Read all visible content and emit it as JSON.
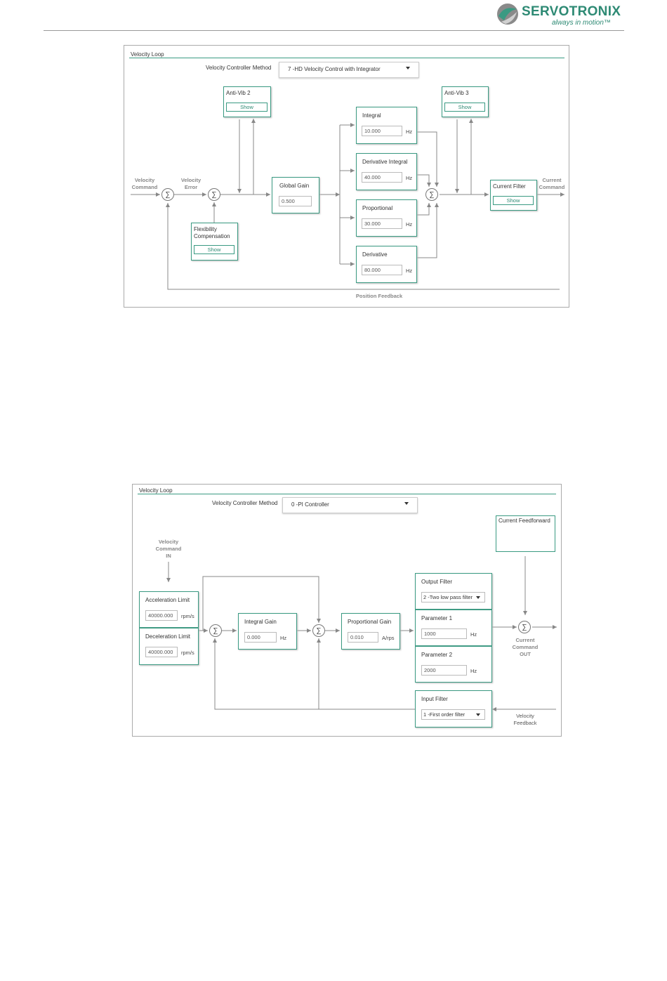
{
  "header": {
    "brand": "SERVOTRONIX",
    "tagline": "always in motion™"
  },
  "diagram1": {
    "title": "Velocity Loop",
    "method_label": "Velocity Controller Method",
    "method_value": "7 -HD Velocity Control with Integrator",
    "velocity_command": "Velocity\nCommand",
    "velocity_error": "Velocity\nError",
    "current_command": "Current\nCommand",
    "position_feedback": "Position Feedback",
    "antivib2": {
      "label": "Anti-Vib 2",
      "button": "Show"
    },
    "antivib3": {
      "label": "Anti-Vib 3",
      "button": "Show"
    },
    "flex": {
      "label": "Flexibility\nCompensation",
      "button": "Show"
    },
    "current_filter": {
      "label": "Current Filter",
      "button": "Show"
    },
    "global_gain": {
      "label": "Global Gain",
      "value": "0.500"
    },
    "integral": {
      "label": "Integral",
      "value": "10.000",
      "unit": "Hz"
    },
    "derivative_integral": {
      "label": "Derivative Integral",
      "value": "40.000",
      "unit": "Hz"
    },
    "proportional": {
      "label": "Proportional",
      "value": "30.000",
      "unit": "Hz"
    },
    "derivative": {
      "label": "Derivative",
      "value": "80.000",
      "unit": "Hz"
    },
    "sum_symbol": "∑"
  },
  "diagram2": {
    "title": "Velocity Loop",
    "method_label": "Velocity Controller Method",
    "method_value": "0 -PI Controller",
    "current_feedforward": "Current Feedforward",
    "velocity_command_in": "Velocity\nCommand\nIN",
    "current_command_out": "Current\nCommand\nOUT",
    "velocity_feedback": "Velocity\nFeedback",
    "accel": {
      "label": "Acceleration Limit",
      "value": "40000.000",
      "unit": "rpm/s"
    },
    "decel": {
      "label": "Deceleration Limit",
      "value": "40000.000",
      "unit": "rpm/s"
    },
    "integral_gain": {
      "label": "Integral Gain",
      "value": "0.000",
      "unit": "Hz"
    },
    "proportional_gain": {
      "label": "Proportional Gain",
      "value": "0.010",
      "unit": "A/rps"
    },
    "output_filter": {
      "label": "Output Filter",
      "value": "2 -Two low pass filter"
    },
    "parameter1": {
      "label": "Parameter 1",
      "value": "1000",
      "unit": "Hz"
    },
    "parameter2": {
      "label": "Parameter 2",
      "value": "2000",
      "unit": "Hz"
    },
    "input_filter": {
      "label": "Input Filter",
      "value": "1 -First order filter"
    },
    "sum_symbol": "∑"
  },
  "colors": {
    "accent": "#3a9a82",
    "wire": "#888888"
  }
}
